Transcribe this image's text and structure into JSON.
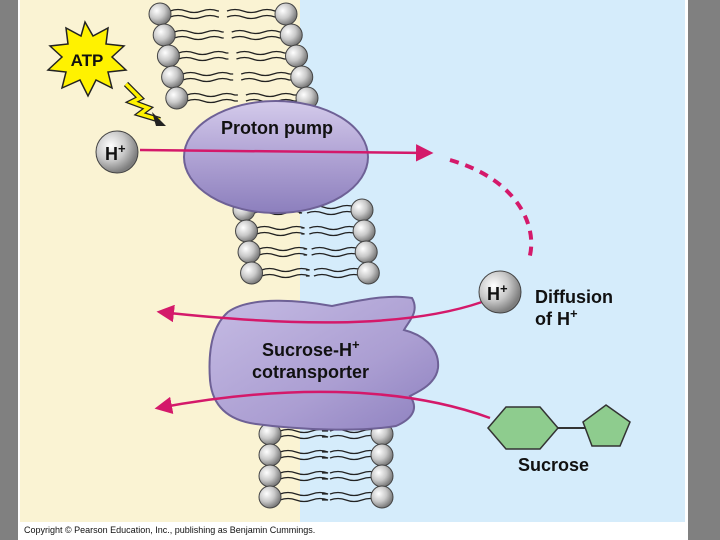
{
  "atp": {
    "label": "ATP"
  },
  "proton_pump": {
    "label": "Proton pump"
  },
  "h_ion_left": {
    "label": "H",
    "charge": "+"
  },
  "h_ion_right": {
    "label": "H",
    "charge": "+"
  },
  "diffusion": {
    "line1": "Diffusion",
    "line2_prefix": "of H",
    "line2_charge": "+"
  },
  "cotransporter": {
    "line1_prefix": "Sucrose-H",
    "line1_charge": "+",
    "line2": "cotransporter"
  },
  "sucrose": {
    "label": "Sucrose"
  },
  "copyright": {
    "text": "Copyright © Pearson Education, Inc., publishing as Benjamin Cummings."
  },
  "colors": {
    "cytoplasm": "#faf3d3",
    "outside": "#d5ecfb",
    "protein": "#b3a6d6",
    "arrow": "#d4196a",
    "sucrose_fill": "#8ecc8e",
    "atp_burst": "#fff200"
  }
}
